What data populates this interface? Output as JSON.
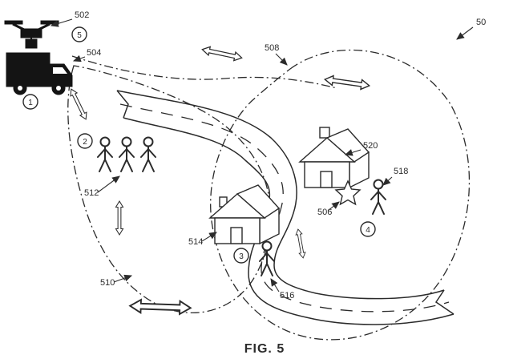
{
  "figure": {
    "caption": "FIG. 5",
    "labels": {
      "r50": "50",
      "r502": "502",
      "r504": "504",
      "r506": "506",
      "r508": "508",
      "r510": "510",
      "r512": "512",
      "r514": "514",
      "r516": "516",
      "r518": "518",
      "r520": "520"
    },
    "nodes": {
      "n1": "1",
      "n2": "2",
      "n3": "3",
      "n4": "4",
      "n5": "5"
    },
    "icons": {
      "drone": "delivery-drone-icon",
      "truck": "delivery-truck-icon",
      "houses": "house-icon",
      "people": "person-icon",
      "star": "destination-star-icon",
      "arrows": "double-arrow-icon"
    },
    "colors": {
      "line": "#2b2b2b",
      "fill": "#141414",
      "background": "#ffffff"
    }
  }
}
